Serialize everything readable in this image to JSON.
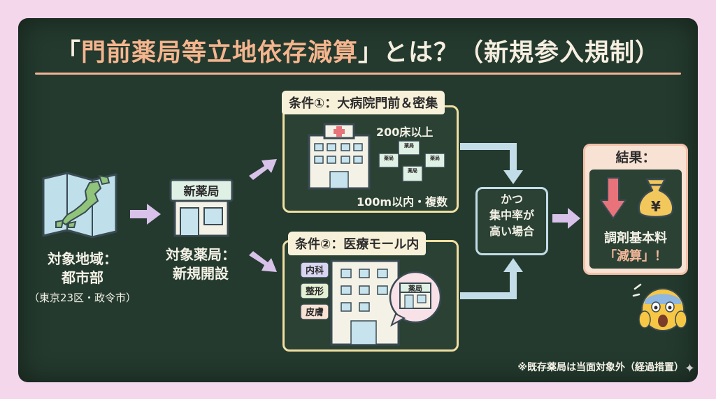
{
  "title": {
    "prefix": "「",
    "highlight": "門前薬局等立地依存減算",
    "suffix": "」とは？（新規参入規制）"
  },
  "region": {
    "label_line1": "対象地域：",
    "label_line2": "都市部",
    "sub": "（東京23区・政令市）",
    "icon": "japan-map-icon"
  },
  "store": {
    "sign": "新薬局",
    "label_line1": "対象薬局：",
    "label_line2": "新規開設",
    "icon": "pharmacy-store-icon"
  },
  "condition1": {
    "header": "条件①：大病院門前＆密集",
    "beds": "200床以上",
    "distance": "100m以内・複数",
    "small_label": "薬局"
  },
  "condition2": {
    "header": "条件②：医療モール内",
    "clinics": [
      "内科",
      "整形",
      "皮膚"
    ],
    "bubble_label": "薬局"
  },
  "katsu": {
    "line1": "かつ",
    "line2": "集中率が",
    "line3": "高い場合"
  },
  "result": {
    "header": "結果：",
    "line1": "調剤基本料",
    "line2": "「減算」！",
    "yen": "¥",
    "icons": [
      "down-arrow-icon",
      "money-bag-icon",
      "shocked-face-icon"
    ]
  },
  "footnote": "※既存薬局は当面対象外（経過措置）",
  "colors": {
    "board": "#243a2e",
    "background": "#f5d7ec",
    "accent": "#f5b58e",
    "panel_border": "#f0dfa2",
    "arrow_purple": "#d8c2ea",
    "arrow_blue": "#c2dce8",
    "red_arrow": "#e8737a"
  }
}
